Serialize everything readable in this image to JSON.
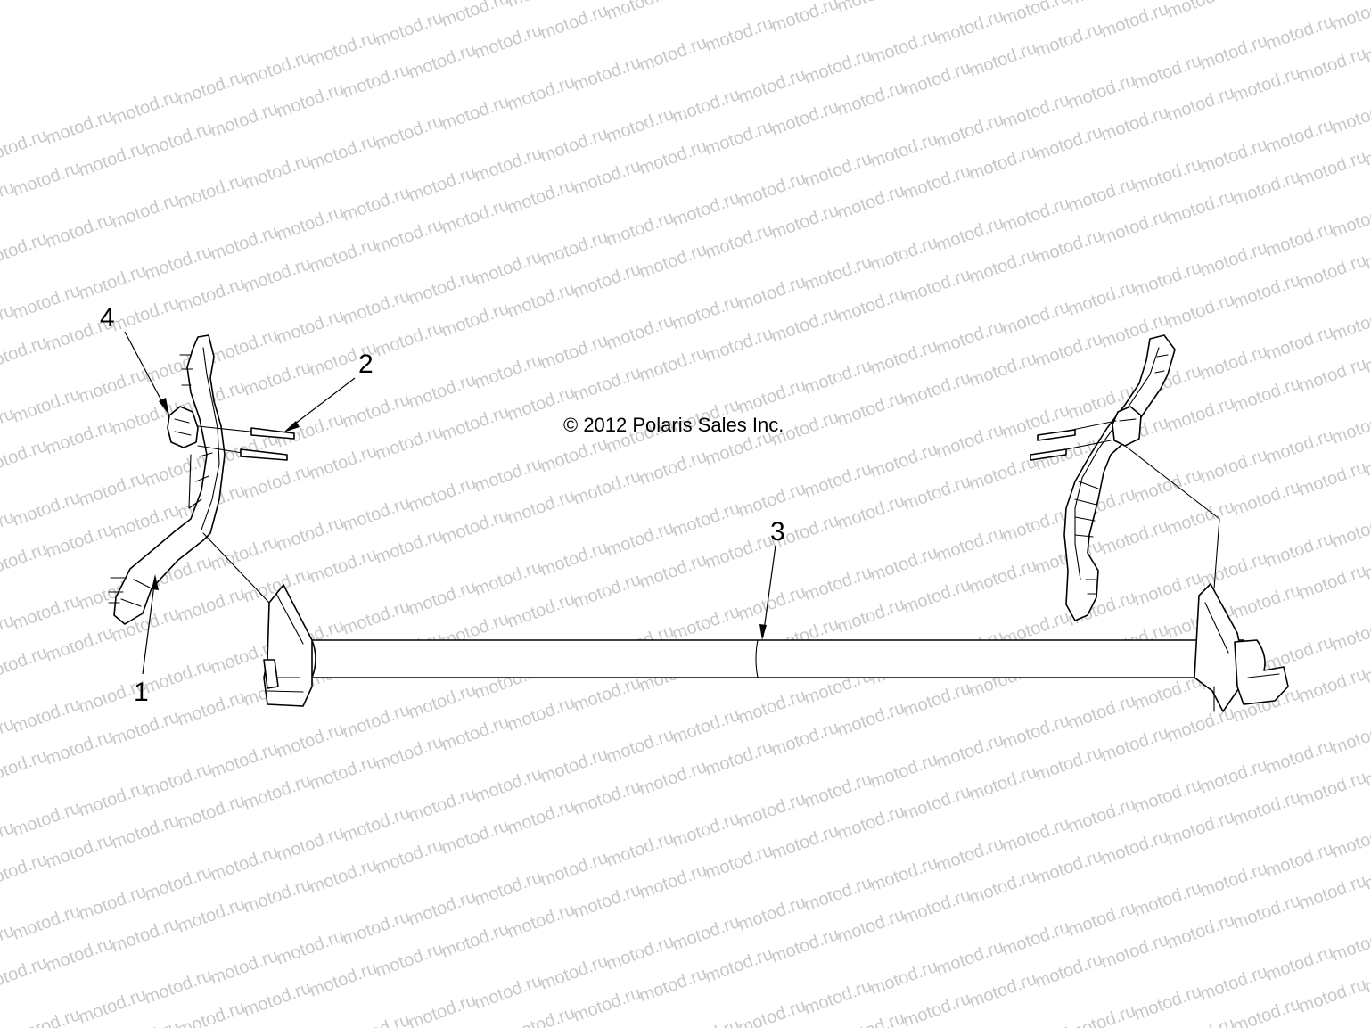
{
  "watermark": {
    "text": "motod.ru",
    "color": "#c8c8c8"
  },
  "copyright": "© 2012 Polaris Sales Inc.",
  "callouts": {
    "part_1": "1",
    "part_2": "2",
    "part_3": "3",
    "part_4": "4"
  },
  "colors": {
    "line": "#000000",
    "background": "#ffffff"
  }
}
